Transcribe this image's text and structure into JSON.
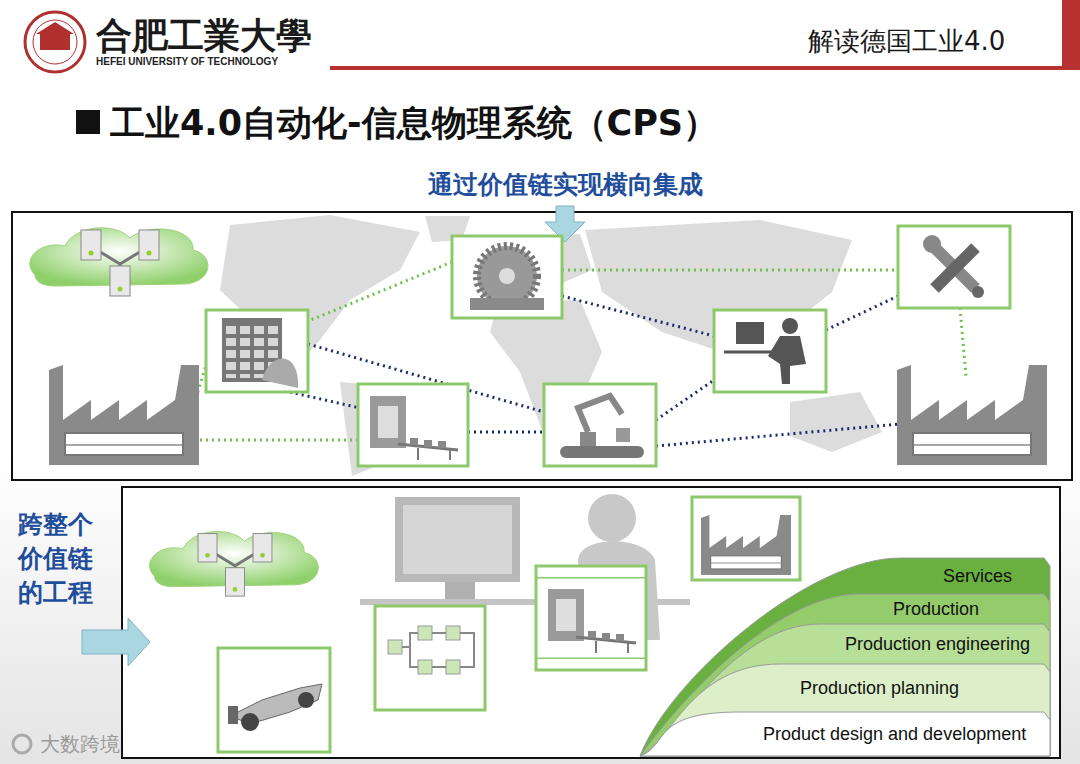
{
  "diagram": {
    "title": "工业4.0自动化-信息物理系统（CPS）",
    "nodes": [
      {
        "text": [
          "Services"
        ]
      },
      {
        "text": [
          "Production"
        ]
      },
      {
        "text": [
          "Production engineering"
        ]
      },
      {
        "text": [
          "Production planning"
        ]
      },
      {
        "text": [
          "Product design and development"
        ]
      }
    ],
    "labels": [
      "合肥工業大學",
      "HEFEI UNIVERSITY OF TECHNOLOGY",
      "解读德国工业4.0",
      "通过价值链实现横向集成",
      "跨整个价值链的工程",
      "大数跨境"
    ]
  }
}
